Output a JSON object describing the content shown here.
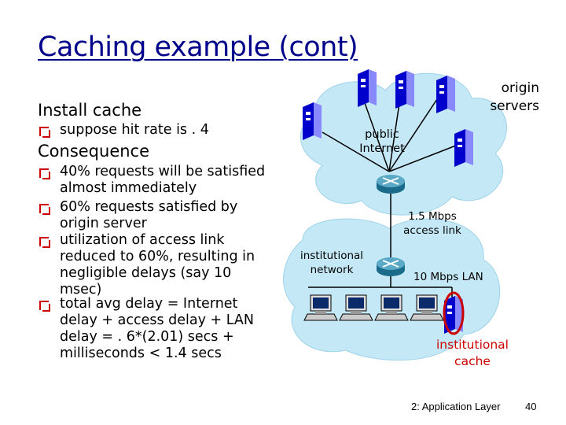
{
  "slide": {
    "title": "Caching example (cont)",
    "install_heading": "Install cache",
    "install_bullets": [
      "suppose hit rate is . 4"
    ],
    "consequence_heading": "Consequence",
    "consequence_bullets": [
      "40% requests will be satisfied almost immediately",
      "60% requests satisfied by origin server",
      "utilization of access link reduced to 60%, resulting in negligible  delays (say 10 msec)",
      "total avg delay   = Internet delay + access delay + LAN delay   = . 6*(2.01) secs  + milliseconds < 1.4 secs"
    ]
  },
  "diagram": {
    "origin_servers": "origin servers",
    "public_internet": "public Internet",
    "access_link": "1.5 Mbps access link",
    "institutional_network": "institutional network",
    "lan": "10 Mbps LAN",
    "institutional_cache": "institutional cache"
  },
  "footer": {
    "chapter": "2: Application Layer",
    "page_number": "40"
  }
}
